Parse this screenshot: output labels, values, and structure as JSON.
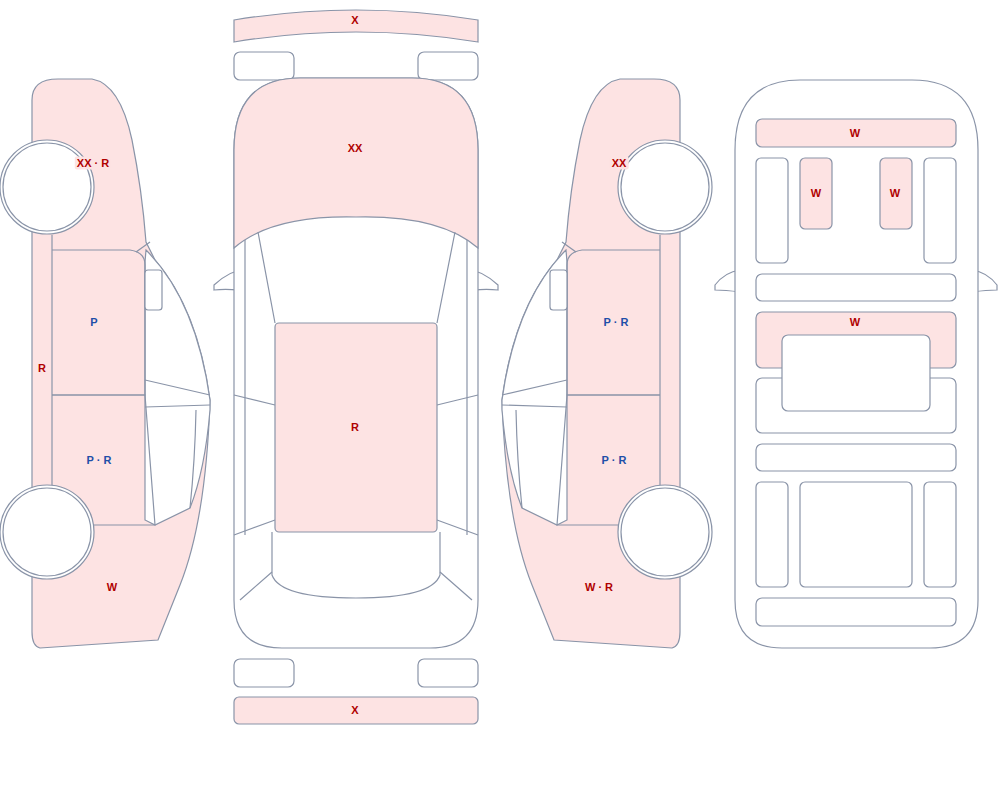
{
  "diagram": {
    "labels": [
      "X",
      "XX",
      "XX · R",
      "XX",
      "W",
      "W",
      "W",
      "P",
      "P · R",
      "W",
      "R",
      "R",
      "P · R",
      "P · R",
      "W",
      "W · R",
      "X"
    ]
  }
}
